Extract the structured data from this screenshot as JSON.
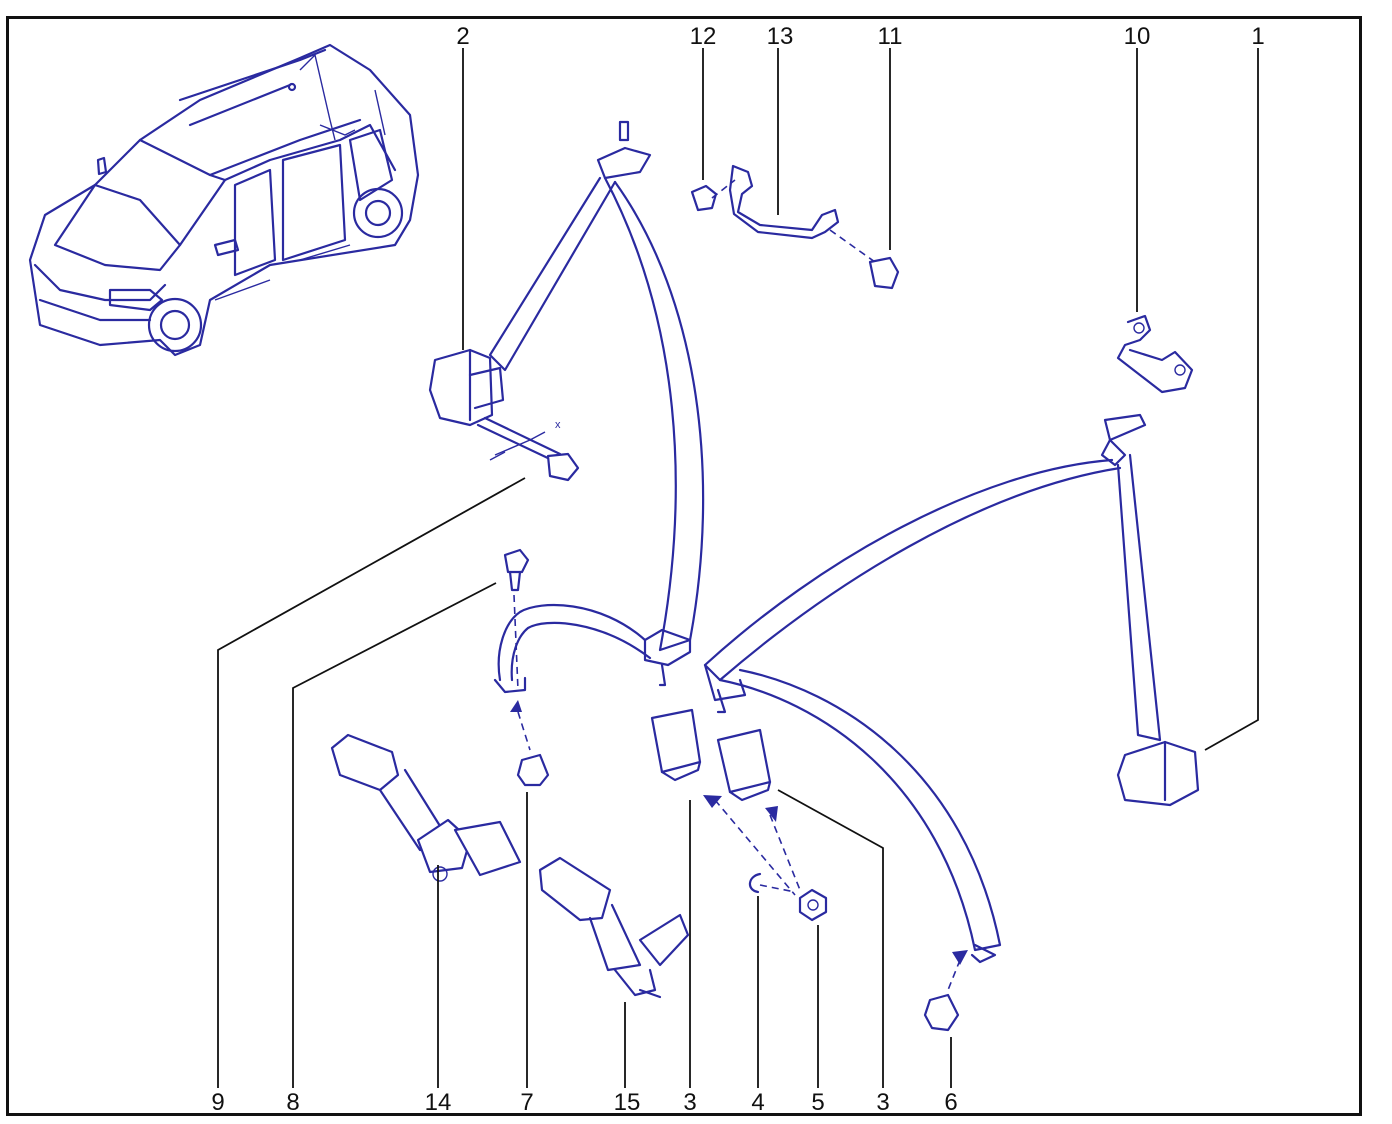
{
  "callouts": {
    "c1": "1",
    "c2": "2",
    "c3a": "3",
    "c3b": "3",
    "c4": "4",
    "c5": "5",
    "c6": "6",
    "c7": "7",
    "c8": "8",
    "c9": "9",
    "c10": "10",
    "c11": "11",
    "c12": "12",
    "c13": "13",
    "c14": "14",
    "c15": "15"
  },
  "dimension_label": "x",
  "colors": {
    "ink": "#2a2aa0",
    "leader": "#111111",
    "frame": "#111111"
  }
}
